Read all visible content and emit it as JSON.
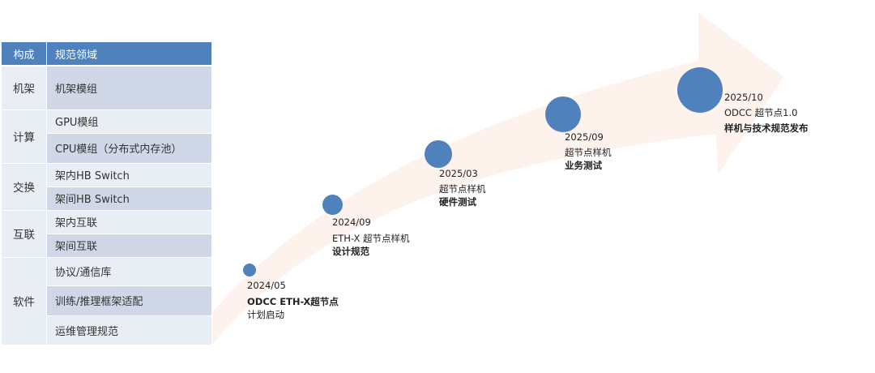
{
  "colors": {
    "header_bg": "#4f81bd",
    "row_dark": "#d0d8e8",
    "row_light": "#e9edf4",
    "milestone_dot": "#4f81bd",
    "arrow_fill": "#fdf3ec"
  },
  "table": {
    "headers": [
      "构成",
      "规范领域"
    ],
    "groups": [
      {
        "name": "机架",
        "items": [
          "机架模组"
        ]
      },
      {
        "name": "计算",
        "items": [
          "GPU模组",
          "CPU模组（分布式内存池）"
        ]
      },
      {
        "name": "交换",
        "items": [
          "架内HB Switch",
          "架间HB Switch"
        ]
      },
      {
        "name": "互联",
        "items": [
          "架内互联",
          "架间互联"
        ]
      },
      {
        "name": "软件",
        "items": [
          "协议/通信库",
          "训练/推理框架适配",
          "运维管理规范"
        ]
      }
    ]
  },
  "timeline": {
    "milestones": [
      {
        "date": "2024/05",
        "line1": "ODCC ETH-X超节点",
        "line2": "计划启动"
      },
      {
        "date": "2024/09",
        "line1": "ETH-X 超节点样机",
        "line2": "设计规范"
      },
      {
        "date": "2025/03",
        "line1": "超节点样机",
        "line2": "硬件测试"
      },
      {
        "date": "2025/09",
        "line1": "超节点样机",
        "line2": "业务测试"
      },
      {
        "date": "2025/10",
        "line1": "ODCC 超节点1.0",
        "line2": "样机与技术规范发布"
      }
    ]
  }
}
